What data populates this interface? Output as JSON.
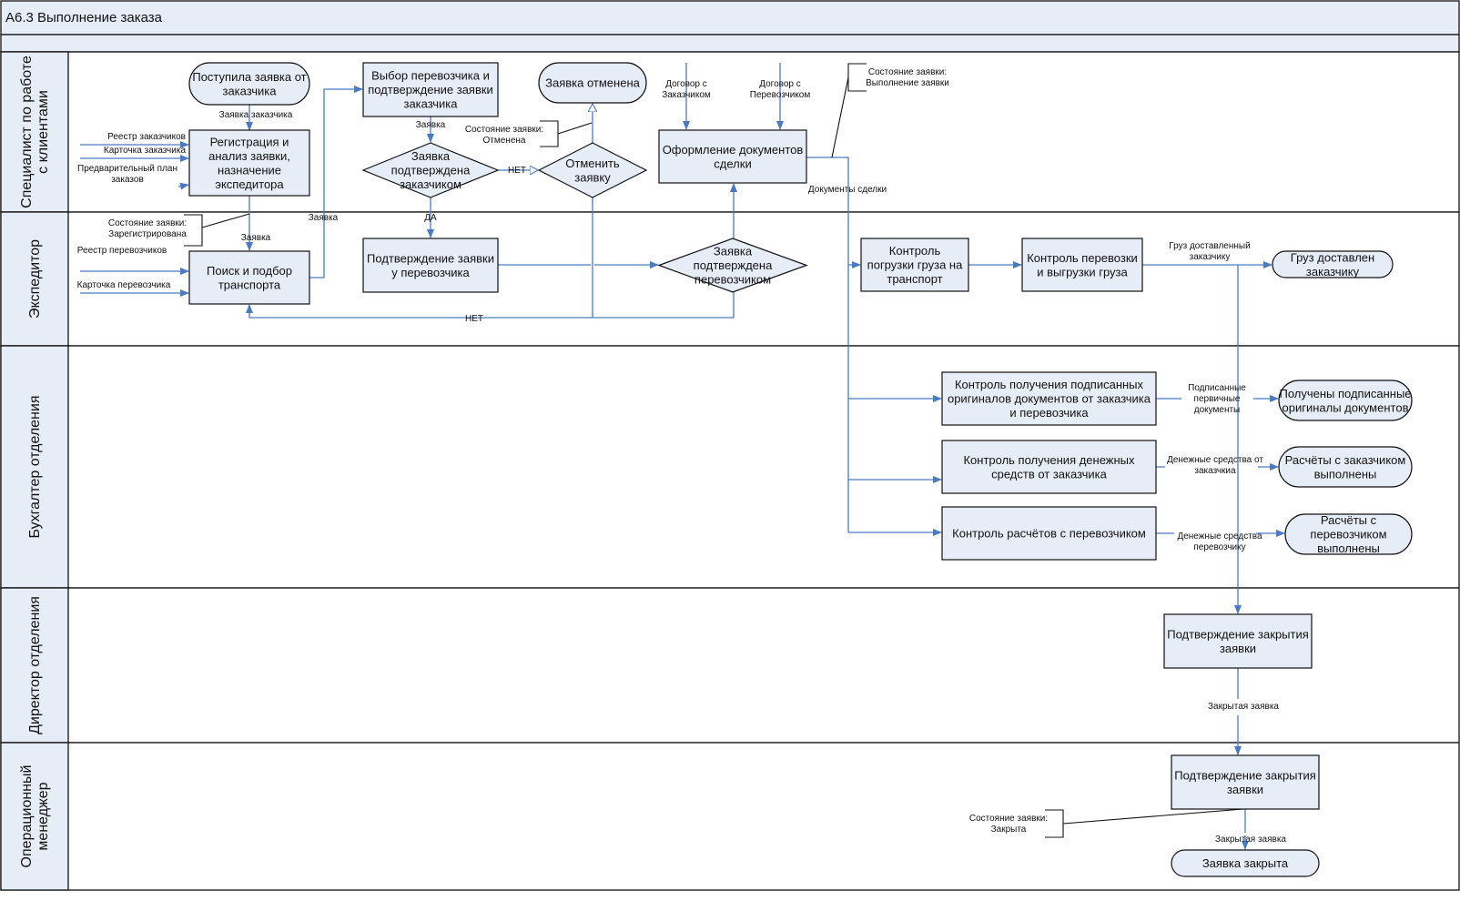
{
  "title": "А6.3 Выполнение заказа",
  "colors": {
    "shape_fill": "#e7edf7",
    "connector": "#4a7ac0",
    "header_fill": "#e7edf7",
    "border": "#111111"
  },
  "lanes": [
    {
      "id": "lane-specialist",
      "label": [
        "Специалист по работе",
        "с клиентами"
      ]
    },
    {
      "id": "lane-expeditor",
      "label": [
        "Экспедитор"
      ]
    },
    {
      "id": "lane-accountant",
      "label": [
        "Бухгалтер отделения"
      ]
    },
    {
      "id": "lane-director",
      "label": [
        "Директор отделения"
      ]
    },
    {
      "id": "lane-opmanager",
      "label": [
        "Операционный",
        "менеджер"
      ]
    }
  ],
  "nodes": [
    {
      "id": "start-request",
      "type": "terminal",
      "lines": [
        "Поступила заявка от",
        "заказчика"
      ]
    },
    {
      "id": "register-analyze",
      "type": "process",
      "lines": [
        "Регистрация и",
        "анализ заявки,",
        "назначение",
        "экспедитора"
      ]
    },
    {
      "id": "select-carrier",
      "type": "process",
      "lines": [
        "Выбор перевозчика и",
        "подтверждение заявки",
        "заказчика"
      ]
    },
    {
      "id": "request-cancelled",
      "type": "terminal",
      "lines": [
        "Заявка отменена"
      ]
    },
    {
      "id": "confirmed-by-customer",
      "type": "decision",
      "lines": [
        "Заявка",
        "подтверждена",
        "заказчиком"
      ]
    },
    {
      "id": "cancel-request",
      "type": "decision",
      "lines": [
        "Отменить",
        "заявку"
      ]
    },
    {
      "id": "deal-documents",
      "type": "process",
      "lines": [
        "Оформление документов",
        "сделки"
      ]
    },
    {
      "id": "search-transport",
      "type": "process",
      "lines": [
        "Поиск и подбор",
        "транспорта"
      ]
    },
    {
      "id": "confirm-with-carrier",
      "type": "process",
      "lines": [
        "Подтверждение заявки",
        "у перевозчика"
      ]
    },
    {
      "id": "confirmed-by-carrier",
      "type": "decision",
      "lines": [
        "Заявка",
        "подтверждена",
        "перевозчиком"
      ]
    },
    {
      "id": "loading-control",
      "type": "process",
      "lines": [
        "Контроль",
        "погрузки груза на",
        "транспорт"
      ]
    },
    {
      "id": "transport-control",
      "type": "process",
      "lines": [
        "Контроль перевозки",
        "и выгрузки груза"
      ]
    },
    {
      "id": "cargo-delivered",
      "type": "terminal",
      "lines": [
        "Груз доставлен",
        "заказчику"
      ]
    },
    {
      "id": "originals-control",
      "type": "process",
      "lines": [
        "Контроль получения подписанных",
        "оригиналов документов от заказчика",
        "и перевозчика"
      ]
    },
    {
      "id": "originals-received",
      "type": "terminal",
      "lines": [
        "Получены подписанные",
        "оригиналы документов"
      ]
    },
    {
      "id": "customer-funds-control",
      "type": "process",
      "lines": [
        "Контроль получения денежных",
        "средств от заказчика"
      ]
    },
    {
      "id": "customer-settled",
      "type": "terminal",
      "lines": [
        "Расчёты с заказчиком",
        "выполнены"
      ]
    },
    {
      "id": "carrier-settlement-control",
      "type": "process",
      "lines": [
        "Контроль расчётов с  перевозчиком"
      ]
    },
    {
      "id": "carrier-settled",
      "type": "terminal",
      "lines": [
        "Расчёты с",
        "перевозчиком",
        "выполнены"
      ]
    },
    {
      "id": "director-close-confirm",
      "type": "process",
      "lines": [
        "Подтверждение закрытия",
        "заявки"
      ]
    },
    {
      "id": "opmanager-close-confirm",
      "type": "process",
      "lines": [
        "Подтверждение закрытия",
        "заявки"
      ]
    },
    {
      "id": "request-closed",
      "type": "terminal",
      "lines": [
        "Заявка закрыта"
      ]
    }
  ],
  "labels": [
    {
      "id": "lbl-customer-request",
      "lines": [
        "Заявка заказчика"
      ]
    },
    {
      "id": "lbl-customer-registry",
      "lines": [
        "Реестр заказчиков"
      ]
    },
    {
      "id": "lbl-customer-card",
      "lines": [
        "Карточка заказчика"
      ]
    },
    {
      "id": "lbl-prelim-plan",
      "lines": [
        "Предварительный план",
        "заказов"
      ]
    },
    {
      "id": "lbl-request-1",
      "lines": [
        "Заявка"
      ]
    },
    {
      "id": "lbl-request-2",
      "lines": [
        "Заявка"
      ]
    },
    {
      "id": "lbl-request-3",
      "lines": [
        "Заявка"
      ]
    },
    {
      "id": "lbl-carrier-registry",
      "lines": [
        "Реестр перевозчиков"
      ]
    },
    {
      "id": "lbl-carrier-card",
      "lines": [
        "Карточка перевозчика"
      ]
    },
    {
      "id": "lbl-no-1",
      "lines": [
        "НЕТ"
      ]
    },
    {
      "id": "lbl-no-2",
      "lines": [
        "НЕТ"
      ]
    },
    {
      "id": "lbl-yes",
      "lines": [
        "ДА"
      ]
    },
    {
      "id": "lbl-contract-customer",
      "lines": [
        "Договор с",
        "Заказчиком"
      ]
    },
    {
      "id": "lbl-contract-carrier",
      "lines": [
        "Договор с",
        "Перевозчиком"
      ]
    },
    {
      "id": "lbl-deal-docs",
      "lines": [
        "Документы сделки"
      ]
    },
    {
      "id": "lbl-cargo-delivered",
      "lines": [
        "Груз доставленный",
        "заказчику"
      ]
    },
    {
      "id": "lbl-signed-docs",
      "lines": [
        "Подписанные",
        "первичные",
        "документы"
      ]
    },
    {
      "id": "lbl-funds-from-customer",
      "lines": [
        "Денежные средства от",
        "заказчкиа"
      ]
    },
    {
      "id": "lbl-funds-to-carrier",
      "lines": [
        "Денежные средства",
        "перевозчику"
      ]
    },
    {
      "id": "lbl-closed-request-1",
      "lines": [
        "Закрытая заявка"
      ]
    },
    {
      "id": "lbl-closed-request-2",
      "lines": [
        "Закрытая заявка"
      ]
    }
  ],
  "notes": [
    {
      "id": "note-registered",
      "lines": [
        "Состояние заявки:",
        "Зарегистрирована"
      ]
    },
    {
      "id": "note-cancelled",
      "lines": [
        "Состояние заявки:",
        "Отменена"
      ]
    },
    {
      "id": "note-in-progress",
      "lines": [
        "Состояние заявки:",
        "Выполнение заявки"
      ]
    },
    {
      "id": "note-closed",
      "lines": [
        "Состояние заявки:",
        "Закрыта"
      ]
    }
  ]
}
